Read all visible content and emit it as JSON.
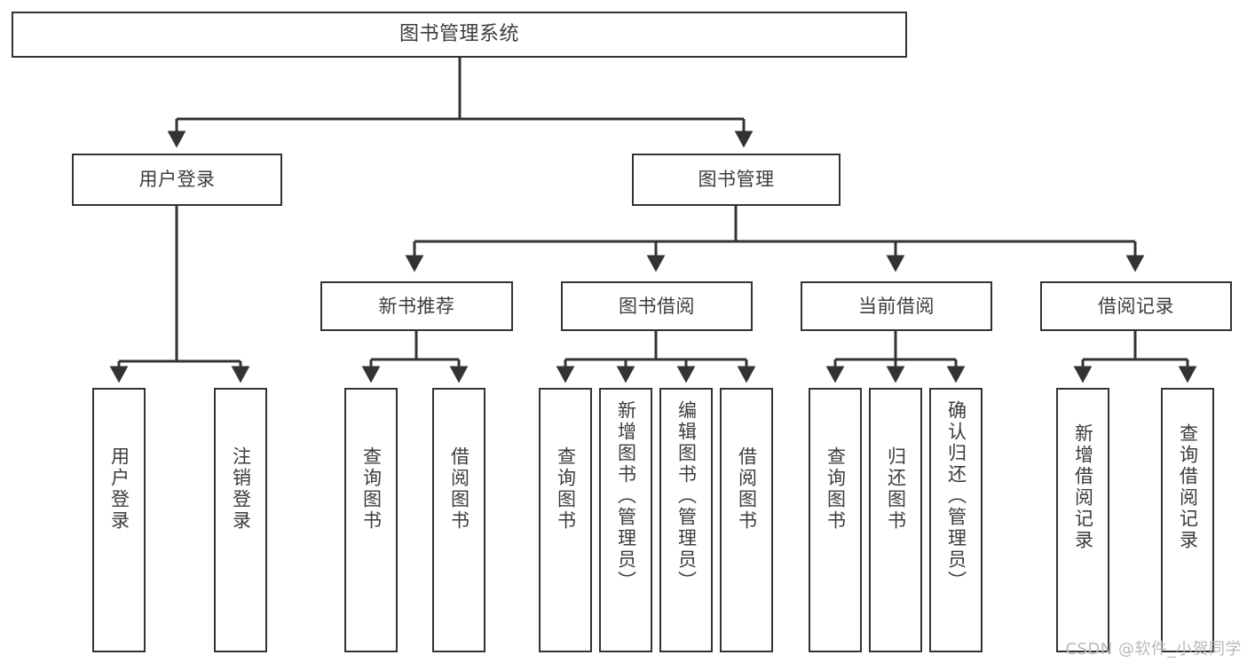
{
  "diagram": {
    "type": "tree",
    "title": "图书管理系统",
    "root": {
      "id": "root",
      "label": "图书管理系统"
    },
    "level2": [
      {
        "id": "user-login",
        "label": "用户登录"
      },
      {
        "id": "book-manage",
        "label": "图书管理"
      }
    ],
    "level3": [
      {
        "id": "new-book-recommend",
        "label": "新书推荐"
      },
      {
        "id": "book-borrow",
        "label": "图书借阅"
      },
      {
        "id": "current-borrow",
        "label": "当前借阅"
      },
      {
        "id": "borrow-record",
        "label": "借阅记录"
      }
    ],
    "leaves": {
      "user_login": [
        {
          "id": "leaf-user-login",
          "label": "用户登录"
        },
        {
          "id": "leaf-logout-login",
          "label": "注销登录"
        }
      ],
      "new_book_recommend": [
        {
          "id": "leaf-query-book-1",
          "label": "查询图书"
        },
        {
          "id": "leaf-borrow-book-1",
          "label": "借阅图书"
        }
      ],
      "book_borrow": [
        {
          "id": "leaf-query-book-2",
          "label": "查询图书"
        },
        {
          "id": "leaf-add-book",
          "label": "新增图书（管理员）"
        },
        {
          "id": "leaf-edit-book",
          "label": "编辑图书（管理员）"
        },
        {
          "id": "leaf-borrow-book-2",
          "label": "借阅图书"
        }
      ],
      "current_borrow": [
        {
          "id": "leaf-query-book-3",
          "label": "查询图书"
        },
        {
          "id": "leaf-return-book",
          "label": "归还图书"
        },
        {
          "id": "leaf-confirm-return",
          "label": "确认归还（管理员）"
        }
      ],
      "borrow_record": [
        {
          "id": "leaf-add-record",
          "label": "新增借阅记录"
        },
        {
          "id": "leaf-query-record",
          "label": "查询借阅记录"
        }
      ]
    }
  },
  "watermark": {
    "text": "CSDN @软件_小贺同学"
  },
  "colors": {
    "stroke": "#333333",
    "text": "#3c3c3c",
    "background": "#ffffff",
    "watermark": "#b9b9b9"
  }
}
